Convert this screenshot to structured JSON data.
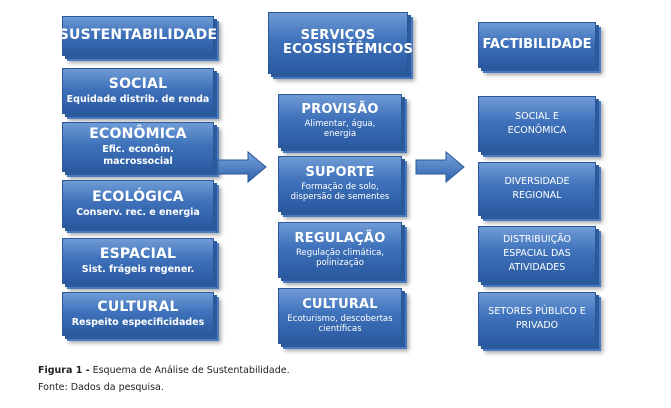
{
  "left_column": [
    {
      "title": "SUSTENTABILIDADE",
      "subtitle": ""
    },
    {
      "title": "SOCIAL",
      "subtitle": "Equidade distrib. de renda"
    },
    {
      "title": "ECONÔMICA",
      "subtitle": "Efic. econôm. macrossocial"
    },
    {
      "title": "ECOLÓGICA",
      "subtitle": "Conserv. rec. e energia"
    },
    {
      "title": "ESPACIAL",
      "subtitle": "Sist. frágeis regener."
    },
    {
      "title": "CULTURAL",
      "subtitle": "Respeito especificidades"
    }
  ],
  "middle_column": [
    {
      "title": "SERVIÇOS ECOSSISTÊMICOS",
      "subtitle": ""
    },
    {
      "title": "PROVISÃO",
      "subtitle": "Alimentar, água, energia"
    },
    {
      "title": "SUPORTE",
      "subtitle": "Formação de solo, dispersão de sementes"
    },
    {
      "title": "REGULAÇÃO",
      "subtitle": "Regulação climática, polinização"
    },
    {
      "title": "CULTURAL",
      "subtitle": "Ecoturismo, descobertas científicas"
    }
  ],
  "right_column": [
    {
      "title": "FACTIBILIDADE"
    },
    {
      "title": "SOCIAL E ECONÔMICA"
    },
    {
      "title": "DIVERSIDADE REGIONAL"
    },
    {
      "title": "DISTRIBUIÇÃO ESPACIAL DAS ATIVIDADES"
    },
    {
      "title": "SETORES PÚBLICO E PRIVADO"
    }
  ],
  "caption": {
    "label": "Figura 1 -",
    "text": "Esquema de Análise de Sustentabilidade.",
    "source": "Fonte: Dados da pesquisa."
  }
}
